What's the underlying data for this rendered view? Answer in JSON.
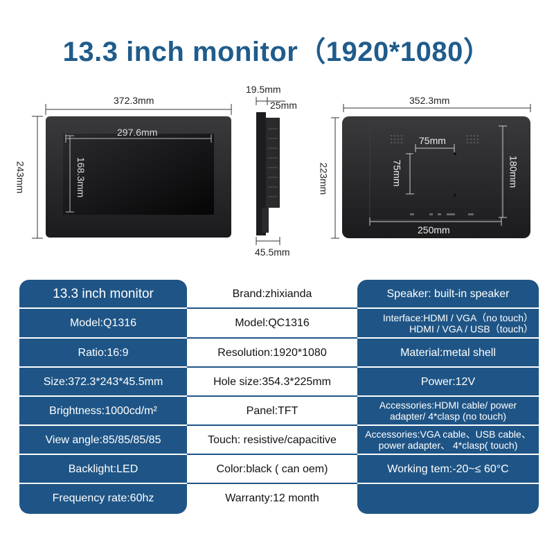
{
  "title": "13.3 inch monitor（1920*1080）",
  "front": {
    "width": "372.3mm",
    "height": "243mm",
    "screen_width": "297.6mm",
    "screen_height": "168.3mm"
  },
  "side": {
    "d1": "19.5mm",
    "d2": "25mm",
    "d3": "45.5mm"
  },
  "back": {
    "width": "352.3mm",
    "height": "223mm",
    "hole_h": "75mm",
    "hole_v": "75mm",
    "hole_span": "180mm",
    "bottom_span": "250mm"
  },
  "table": {
    "left": [
      "13.3 inch monitor",
      "Model:Q1316",
      "Ratio:16:9",
      "Size:372.3*243*45.5mm",
      "Brightness:1000cd/m²",
      "View angle:85/85/85/85",
      "Backlight:LED",
      "Frequency rate:60hz"
    ],
    "middle": [
      "Brand:zhixianda",
      "Model:QC1316",
      "Resolution:1920*1080",
      "Hole size:354.3*225mm",
      "Panel:TFT",
      "Touch: resistive/capacitive",
      "Color:black ( can oem)",
      "Warranty:12 month"
    ],
    "right": {
      "speaker": "Speaker: built-in speaker",
      "interface_1": "Interface:HDMI / VGA（no touch）",
      "interface_2": "HDMI / VGA / USB（touch）",
      "material": "Material:metal shell",
      "power": "Power:12V",
      "acc1_1": "Accessories:HDMI cable/ power",
      "acc1_2": "adapter/ 4*clasp (no touch)",
      "acc2_1": "Accessories:VGA cable、USB cable、",
      "acc2_2": "power adapter、 4*clasp( touch)",
      "working": "Working tem:-20~≤ 60°C"
    }
  },
  "colors": {
    "title": "#1f5c8c",
    "panel": "#1f5586"
  }
}
